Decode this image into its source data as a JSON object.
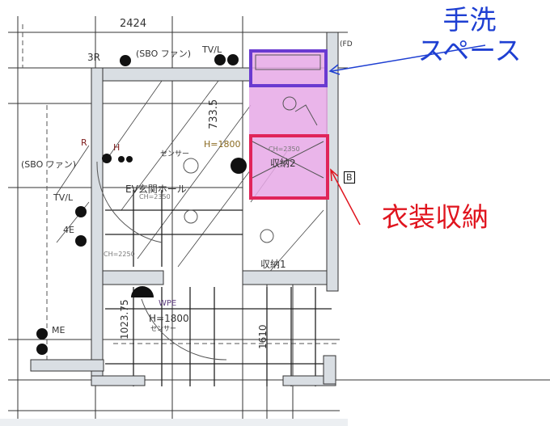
{
  "annotations": {
    "handwash": {
      "line1": "手洗",
      "line2": "スペース",
      "color": "#1e3fd2"
    },
    "closet": {
      "label": "衣装収納",
      "color": "#e0141e"
    }
  },
  "plan_labels": {
    "dim_top": "2424",
    "dim_vertical_1": "733.5",
    "dim_vertical_2": "1023.75",
    "dim_vertical_3": "1610",
    "h1800_a": "H=1800",
    "h1800_b": "H=1800",
    "sensor": "センサー",
    "storage2": "収納2",
    "storage1": "収納1",
    "entrance_hall": "EV玄関ホール",
    "ch2350": "CH=2350",
    "ch2250": "CH=2250",
    "sbo_fan_top": "(SBO ファン)",
    "sbo_fan_left": "(SBO ファン)",
    "wpe": "WPE",
    "me": "ME",
    "tvl": "TV/L",
    "r": "R",
    "h": "H",
    "b": "B",
    "fd": "(FD",
    "three_r": "3R",
    "four_e": "4E"
  },
  "highlights": {
    "handwash_color": "#6a3ad0",
    "closet_color": "#e0245a",
    "fill": "#e6a8e6"
  }
}
